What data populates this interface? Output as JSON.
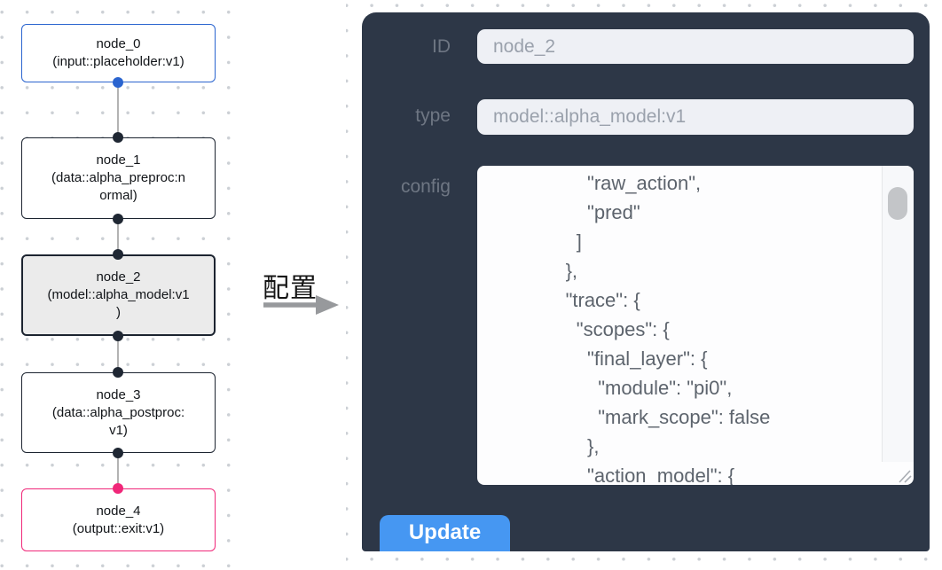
{
  "flow": {
    "nodes": [
      {
        "id": "node_0",
        "label": "node_0\n(input::placeholder:v1)",
        "border_color": "#2a64cf"
      },
      {
        "id": "node_1",
        "label": "node_1\n(data::alpha_preproc:n\normal)",
        "border_color": "#1c2430"
      },
      {
        "id": "node_2",
        "label": "node_2\n(model::alpha_model:v1\n)",
        "border_color": "#1c2430",
        "state": "selected"
      },
      {
        "id": "node_3",
        "label": "node_3\n(data::alpha_postproc:\nv1)",
        "border_color": "#1c2430"
      },
      {
        "id": "node_4",
        "label": "node_4\n(output::exit:v1)",
        "border_color": "#f02779"
      }
    ]
  },
  "transition": {
    "label": "配置"
  },
  "panel": {
    "id_label": "ID",
    "id_value": "node_2",
    "type_label": "type",
    "type_value": "model::alpha_model:v1",
    "config_label": "config",
    "config_value": "                  \"raw_action\",\n                  \"pred\"\n                ]\n              },\n              \"trace\": {\n                \"scopes\": {\n                  \"final_layer\": {\n                    \"module\": \"pi0\",\n                    \"mark_scope\": false\n                  },\n                  \"action_model\": {",
    "update_label": "Update"
  },
  "icons": {
    "transition_arrow": "arrow-right",
    "config_resize_handle": "diagonal-resize-corner",
    "config_scrollbar_thumb": "vertical-scrollbar-thumb"
  },
  "colors": {
    "panel_background": "#2d3747",
    "field_background": "#eef0f5",
    "accent_button_blue": "#4697f2",
    "input_node_blue": "#2a64cf",
    "output_node_pink": "#f02779",
    "default_node_border": "#1c2430",
    "selected_node_background": "#ebebeb",
    "edge_gray": "#b3b3b3",
    "dot_grid_gray": "#ccd0d5",
    "panel_label_gray": "#6e7683",
    "config_text_gray": "#5d646d"
  }
}
